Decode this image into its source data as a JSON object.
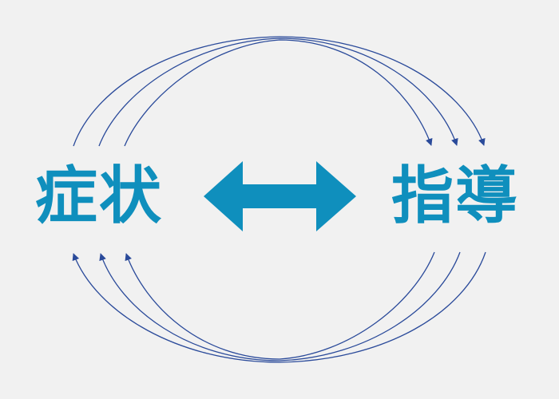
{
  "diagram": {
    "left_label": "症状",
    "right_label": "指導",
    "colors": {
      "label": "#0f8fbd",
      "double_arrow": "#0f8fbd",
      "cycle_arrows": "#2a4a9a",
      "background": "#f1f1f1"
    },
    "relation": {
      "center_icon": "double-headed-arrow-icon",
      "top_cycle_arrows": 3,
      "bottom_cycle_arrows": 3
    }
  }
}
